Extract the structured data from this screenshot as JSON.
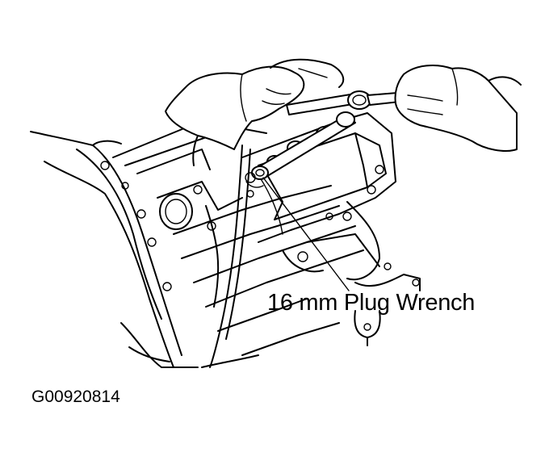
{
  "figure": {
    "callout_label": "16 mm Plug Wrench",
    "figure_id": "G00920814"
  },
  "colors": {
    "line": "#000000",
    "background": "#ffffff"
  },
  "icons": [
    "engine-illustration",
    "plug-wrench",
    "left-hand",
    "right-hand",
    "spark-plug-hole",
    "leader-line"
  ]
}
